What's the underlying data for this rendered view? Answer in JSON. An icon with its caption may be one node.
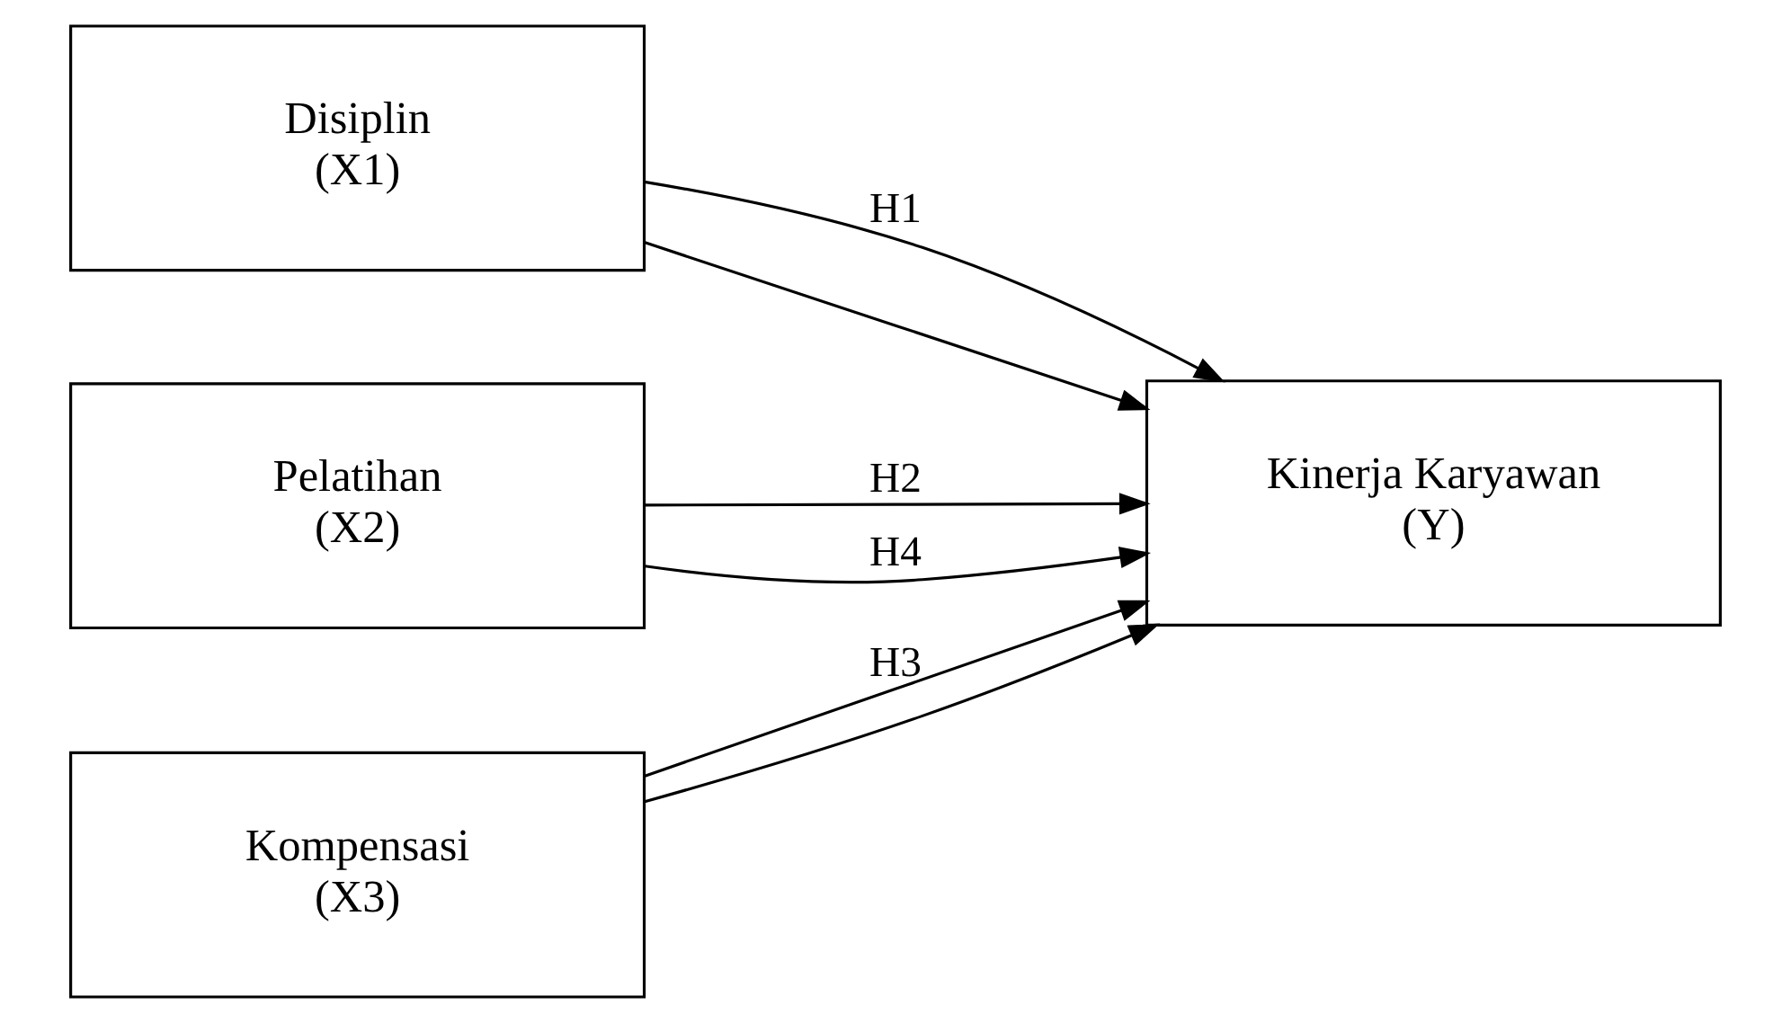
{
  "diagram": {
    "nodes": [
      {
        "text": [
          "Disiplin",
          "(X1)"
        ]
      },
      {
        "text": [
          "Pelatihan",
          "(X2)"
        ]
      },
      {
        "text": [
          "Kompensasi",
          "(X3)"
        ]
      },
      {
        "text": [
          "Kinerja Karyawan",
          "(Y)"
        ]
      }
    ],
    "edges": [
      {
        "from": 0,
        "to": 3,
        "arrow": "to",
        "label": "H1"
      },
      {
        "from": 1,
        "to": 3,
        "arrow": "to",
        "label": "H2"
      },
      {
        "from": 2,
        "to": 3,
        "arrow": "to",
        "label": "H3"
      },
      {
        "from": 0,
        "to": 3,
        "arrow": "to"
      },
      {
        "from": 1,
        "to": 3,
        "arrow": "to",
        "label": "H4"
      },
      {
        "from": 2,
        "to": 3,
        "arrow": "to"
      }
    ]
  }
}
